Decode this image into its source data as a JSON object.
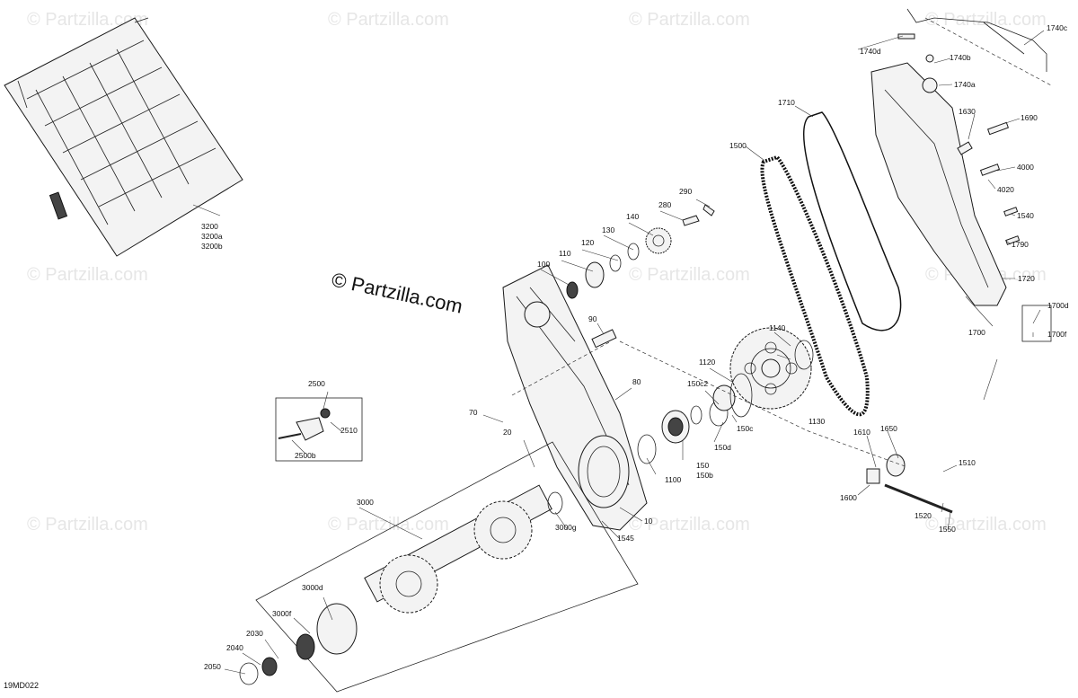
{
  "diagram": {
    "code": "19MD022",
    "brand": "© Partzilla.com",
    "watermark": "© Partzilla.com",
    "callouts": [
      {
        "id": "1740c",
        "text": "1740c"
      },
      {
        "id": "1740d",
        "text": "1740d"
      },
      {
        "id": "1740b",
        "text": "1740b"
      },
      {
        "id": "1740a",
        "text": "1740a"
      },
      {
        "id": "1710",
        "text": "1710"
      },
      {
        "id": "1630",
        "text": "1630"
      },
      {
        "id": "1690",
        "text": "1690"
      },
      {
        "id": "1500",
        "text": "1500"
      },
      {
        "id": "4000",
        "text": "4000"
      },
      {
        "id": "4020",
        "text": "4020"
      },
      {
        "id": "1540",
        "text": "1540"
      },
      {
        "id": "1790",
        "text": "1790"
      },
      {
        "id": "1720",
        "text": "1720"
      },
      {
        "id": "1700d",
        "text": "1700d"
      },
      {
        "id": "1700f",
        "text": "1700f"
      },
      {
        "id": "1700",
        "text": "1700"
      },
      {
        "id": "290",
        "text": "290"
      },
      {
        "id": "280",
        "text": "280"
      },
      {
        "id": "140",
        "text": "140"
      },
      {
        "id": "130",
        "text": "130"
      },
      {
        "id": "120",
        "text": "120"
      },
      {
        "id": "110",
        "text": "110"
      },
      {
        "id": "100",
        "text": "100"
      },
      {
        "id": "90",
        "text": "90"
      },
      {
        "id": "80",
        "text": "80"
      },
      {
        "id": "70",
        "text": "70"
      },
      {
        "id": "1140",
        "text": "1140"
      },
      {
        "id": "1120",
        "text": "1120"
      },
      {
        "id": "150c2",
        "text": "150c2"
      },
      {
        "id": "1130",
        "text": "1130"
      },
      {
        "id": "150c",
        "text": "150c"
      },
      {
        "id": "150d",
        "text": "150d"
      },
      {
        "id": "150",
        "text": "150"
      },
      {
        "id": "150b",
        "text": "150b"
      },
      {
        "id": "1100",
        "text": "1100"
      },
      {
        "id": "1610",
        "text": "1610"
      },
      {
        "id": "1650",
        "text": "1650"
      },
      {
        "id": "1510",
        "text": "1510"
      },
      {
        "id": "1600",
        "text": "1600"
      },
      {
        "id": "1520",
        "text": "1520"
      },
      {
        "id": "1550",
        "text": "1550"
      },
      {
        "id": "2500",
        "text": "2500"
      },
      {
        "id": "2510",
        "text": "2510"
      },
      {
        "id": "2500b",
        "text": "2500b"
      },
      {
        "id": "20",
        "text": "20"
      },
      {
        "id": "3000",
        "text": "3000"
      },
      {
        "id": "3000g",
        "text": "3000g"
      },
      {
        "id": "10",
        "text": "10"
      },
      {
        "id": "1545",
        "text": "1545"
      },
      {
        "id": "3000d",
        "text": "3000d"
      },
      {
        "id": "3000f",
        "text": "3000f"
      },
      {
        "id": "2030",
        "text": "2030"
      },
      {
        "id": "2040",
        "text": "2040"
      },
      {
        "id": "2050",
        "text": "2050"
      },
      {
        "id": "3200",
        "text": "3200"
      },
      {
        "id": "3200a",
        "text": "3200a"
      },
      {
        "id": "3200b",
        "text": "3200b"
      }
    ]
  }
}
